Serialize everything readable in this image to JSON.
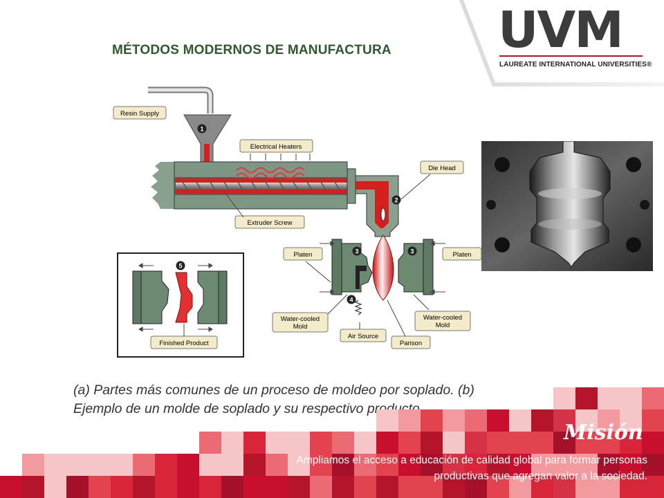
{
  "header": {
    "title": "MÉTODOS MODERNOS DE MANUFACTURA",
    "logo": {
      "wordmark": "UVM",
      "tagline": "LAUREATE INTERNATIONAL UNIVERSITIES®"
    }
  },
  "diagram": {
    "labels": {
      "resin_supply": "Resin Supply",
      "electrical_heaters": "Electrical Heaters",
      "die_head": "Die Head",
      "extruder_screw": "Extruder Screw",
      "platen_left": "Platen",
      "platen_right": "Platen",
      "water_cooled_left_1": "Water-cooled",
      "water_cooled_left_2": "Mold",
      "water_cooled_right_1": "Water-cooled",
      "water_cooled_right_2": "Mold",
      "air_source": "Air Source",
      "parison": "Parison",
      "finished_product": "Finished Product"
    },
    "steps": [
      "1",
      "2",
      "3",
      "3",
      "4",
      "5"
    ]
  },
  "caption": {
    "line1": "(a) Partes más comunes de un proceso de moldeo por soplado. (b)",
    "line2": "Ejemplo de un molde de soplado y su respectivo producto."
  },
  "footer": {
    "mission_title": "Misión",
    "mission_line1": "Ampliamos el acceso a educación de calidad global para formar personas",
    "mission_line2": "productivas que agregan valor a la sociedad."
  },
  "colors": {
    "title_green": "#2d5a2d",
    "brand_red": "#c8102e",
    "resin_red": "#d41f1f",
    "steel_green": "#5e7a64"
  }
}
